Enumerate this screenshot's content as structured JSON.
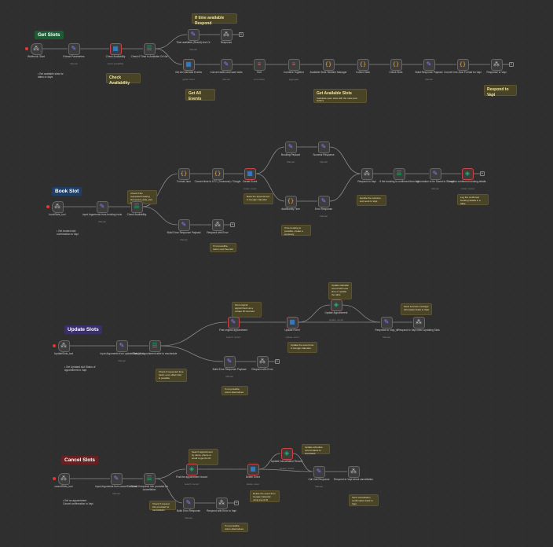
{
  "sections": [
    {
      "id": "get",
      "title": "Get Slots",
      "color": "#1e5a33"
    },
    {
      "id": "book",
      "title": "Book Slot",
      "color": "#203f66"
    },
    {
      "id": "update",
      "title": "Update Slots",
      "color": "#3a2f6a"
    },
    {
      "id": "cancel",
      "title": "Cancel Slots",
      "color": "#6a2020"
    }
  ],
  "stickies": [
    {
      "id": "s1",
      "title": "If time available Respond",
      "text": ""
    },
    {
      "id": "s2",
      "title": "Check Availability",
      "text": ""
    },
    {
      "id": "s3",
      "title": "Get All Events",
      "text": ""
    },
    {
      "id": "s4",
      "title": "Get Available Slots",
      "text": "Calculate open slots with the rules and buffers"
    },
    {
      "id": "s5",
      "title": "Respond to Vapi",
      "text": ""
    },
    {
      "id": "s6",
      "title": "",
      "text": "Check if the requested booking slot (event_date_etc) is possible"
    },
    {
      "id": "s7",
      "title": "",
      "text": "Book the appointment in Google Calendar"
    },
    {
      "id": "s8",
      "title": "",
      "text": "If the booking is possible, create a summary"
    },
    {
      "id": "s9",
      "title": "",
      "text": "Handle the outcome and send to Vapi"
    },
    {
      "id": "s10",
      "title": "",
      "text": "Log the confirmed booking details in a table"
    },
    {
      "id": "s11",
      "title": "",
      "text": "If not possible, return next free slot"
    },
    {
      "id": "s12",
      "title": "",
      "text": "Find original appointment as a unique ID returned"
    },
    {
      "id": "s13",
      "title": "",
      "text": "Update the event time in Google Calendar"
    },
    {
      "id": "s14",
      "title": "",
      "text": "Update calendar record with new time or update the table"
    },
    {
      "id": "s15",
      "title": "",
      "text": "Send success message information back to Vapi"
    },
    {
      "id": "s16",
      "title": "",
      "text": "Check if requested time (start, end, offset info) is possible"
    },
    {
      "id": "s17",
      "title": "",
      "text": "If not possible, return alternatives"
    },
    {
      "id": "s18",
      "title": "",
      "text": "Search appointment by name, phone or email to get the ID"
    },
    {
      "id": "s19",
      "title": "",
      "text": "Delete the event from Google Calendar using event ID"
    },
    {
      "id": "s20",
      "title": "",
      "text": "Update schedule record status to Cancelled"
    },
    {
      "id": "s21",
      "title": "",
      "text": "Check if request info provided for cancellation"
    },
    {
      "id": "s22",
      "title": "",
      "text": "Send cancellation confirmation back to Vapi"
    },
    {
      "id": "s23",
      "title": "",
      "text": "If not possible, return alternatives"
    }
  ],
  "nodes": [
    {
      "id": "g1",
      "label": "Webhook: Start",
      "sub": "",
      "type": "trigger",
      "icon": "webhook-icon"
    },
    {
      "id": "g2",
      "label": "Extract Parameters",
      "sub": "Manual",
      "type": "node",
      "icon": "pen-icon"
    },
    {
      "id": "g3",
      "label": "Check Availability",
      "sub": "check availability",
      "type": "err",
      "icon": "calendar-icon"
    },
    {
      "id": "g4",
      "label": "Check If Time Is Available Or Not",
      "sub": "",
      "type": "node",
      "icon": "switch-icon"
    },
    {
      "id": "g5",
      "label": "Time available (Result) And Or",
      "sub": "Manual",
      "type": "node",
      "icon": "pen-icon"
    },
    {
      "id": "g6",
      "label": "Response",
      "sub": "",
      "type": "node",
      "icon": "webhook-icon"
    },
    {
      "id": "g7",
      "label": "Get All Calendar Events",
      "sub": "getAll: event",
      "type": "err",
      "icon": "calendar-icon"
    },
    {
      "id": "g8",
      "label": "Convert dates and save slots",
      "sub": "Manual",
      "type": "node",
      "icon": "pen-icon"
    },
    {
      "id": "g9",
      "label": "Sort",
      "sub": "sort entries",
      "type": "node",
      "icon": "list-icon"
    },
    {
      "id": "g10",
      "label": "Combine Together",
      "sub": "aggregate",
      "type": "node",
      "icon": "list-icon"
    },
    {
      "id": "g11",
      "label": "Available Slots Timeline Manager",
      "sub": "",
      "type": "node",
      "icon": "code-icon"
    },
    {
      "id": "g12",
      "label": "Collect Slots",
      "sub": "",
      "type": "node",
      "icon": "code-icon"
    },
    {
      "id": "g13",
      "label": "Check Slots",
      "sub": "",
      "type": "node",
      "icon": "code-icon"
    },
    {
      "id": "g14",
      "label": "Build Response Payload",
      "sub": "Manual",
      "type": "node",
      "icon": "pen-icon"
    },
    {
      "id": "g15",
      "label": "Convert Into Json Format for Vapi",
      "sub": "",
      "type": "node",
      "icon": "code-icon"
    },
    {
      "id": "g16",
      "label": "Response to Vapi",
      "sub": "",
      "type": "node",
      "icon": "webhook-icon"
    },
    {
      "id": "b1",
      "label": "bookSlots_tool",
      "sub": "",
      "type": "trigger",
      "icon": "webhook-icon"
    },
    {
      "id": "b2",
      "label": "Input Arguments from booking tools",
      "sub": "Manual",
      "type": "node",
      "icon": "pen-icon"
    },
    {
      "id": "b3",
      "label": "Check Availability",
      "sub": "",
      "type": "node",
      "icon": "switch-icon"
    },
    {
      "id": "b4",
      "label": "Format Json",
      "sub": "",
      "type": "node",
      "icon": "code-icon"
    },
    {
      "id": "b5",
      "label": "Convert time to UTC (Timezone) / Google",
      "sub": "",
      "type": "node",
      "icon": "code-icon"
    },
    {
      "id": "b6",
      "label": "Create Event",
      "sub": "create: event",
      "type": "err",
      "icon": "calendar-icon"
    },
    {
      "id": "b7",
      "label": "Booking Payload",
      "sub": "Manual",
      "type": "node",
      "icon": "pen-icon"
    },
    {
      "id": "b8",
      "label": "Success Response",
      "sub": "Manual",
      "type": "node",
      "icon": "pen-icon"
    },
    {
      "id": "b9",
      "label": "Add/Modify Time",
      "sub": "",
      "type": "node",
      "icon": "code-icon"
    },
    {
      "id": "b10",
      "label": "Error Response",
      "sub": "Manual",
      "type": "node",
      "icon": "pen-icon"
    },
    {
      "id": "b11",
      "label": "Respond to Vapi",
      "sub": "",
      "type": "node",
      "icon": "webhook-icon"
    },
    {
      "id": "b12",
      "label": "If the booking is confirmed then log",
      "sub": "",
      "type": "node",
      "icon": "switch-icon"
    },
    {
      "id": "b13",
      "label": "Information to be Saved to Sheets",
      "sub": "Manual",
      "type": "node",
      "icon": "pen-icon"
    },
    {
      "id": "b14",
      "label": "Log the confirmed booking details",
      "sub": "create: record",
      "type": "err",
      "icon": "table-icon"
    },
    {
      "id": "b15",
      "label": "Build Error Response Payload",
      "sub": "Manual",
      "type": "node",
      "icon": "pen-icon"
    },
    {
      "id": "b16",
      "label": "Respond with Error",
      "sub": "",
      "type": "node",
      "icon": "webhook-icon"
    },
    {
      "id": "u1",
      "label": "UpdateSlots_tool",
      "sub": "",
      "type": "trigger",
      "icon": "webhook-icon"
    },
    {
      "id": "u2",
      "label": "Input Arguments from updateSlots_tool",
      "sub": "Manual",
      "type": "node",
      "icon": "pen-icon"
    },
    {
      "id": "u3",
      "label": "Check if appointment able to reschedule",
      "sub": "",
      "type": "node",
      "icon": "switch-icon"
    },
    {
      "id": "u4",
      "label": "Find original appointment",
      "sub": "search: record",
      "type": "err",
      "icon": "pen-icon"
    },
    {
      "id": "u5",
      "label": "Update Event",
      "sub": "update: event",
      "type": "err",
      "icon": "calendar-icon"
    },
    {
      "id": "u6",
      "label": "Update Appointment",
      "sub": "update: record",
      "type": "err",
      "icon": "table-icon"
    },
    {
      "id": "u7",
      "label": "Response to Vapi_id",
      "sub": "Manual",
      "type": "node",
      "icon": "pen-icon"
    },
    {
      "id": "u8",
      "label": "Respond to Vapi when Updating Slots",
      "sub": "",
      "type": "node",
      "icon": "webhook-icon"
    },
    {
      "id": "u9",
      "label": "Build Error Response Payload",
      "sub": "Manual",
      "type": "node",
      "icon": "pen-icon"
    },
    {
      "id": "u10",
      "label": "Respond with Error",
      "sub": "",
      "type": "node",
      "icon": "webhook-icon"
    },
    {
      "id": "c1",
      "label": "cancelSlots_tool",
      "sub": "",
      "type": "trigger",
      "icon": "webhook-icon"
    },
    {
      "id": "c2",
      "label": "Input Arguments from cancelSlots tool",
      "sub": "Manual",
      "type": "node",
      "icon": "pen-icon"
    },
    {
      "id": "c3",
      "label": "Check if required info provided for cancellation",
      "sub": "",
      "type": "node",
      "icon": "switch-icon"
    },
    {
      "id": "c4",
      "label": "Find the appointment record",
      "sub": "search: record",
      "type": "err",
      "icon": "table-icon"
    },
    {
      "id": "c5",
      "label": "Delete Event",
      "sub": "delete: event",
      "type": "err",
      "icon": "calendar-icon"
    },
    {
      "id": "c6",
      "label": "Update Cancellation Record",
      "sub": "update: record",
      "type": "err",
      "icon": "table-icon"
    },
    {
      "id": "c7",
      "label": "Call Call Response",
      "sub": "Manual",
      "type": "node",
      "icon": "pen-icon"
    },
    {
      "id": "c8",
      "label": "Respond to Vapi about cancellation",
      "sub": "",
      "type": "node",
      "icon": "webhook-icon"
    },
    {
      "id": "c9",
      "label": "Build Error Response",
      "sub": "Manual",
      "type": "node",
      "icon": "pen-icon"
    },
    {
      "id": "c10",
      "label": "Respond with Error to Vapi",
      "sub": "",
      "type": "node",
      "icon": "webhook-icon"
    }
  ],
  "trigger_notes": [
    {
      "id": "t1",
      "text": "• Get available slots for dates or days"
    },
    {
      "id": "t2",
      "text": "• Get booked slot confirmation to Vapi"
    },
    {
      "id": "t3",
      "text": "• Get Updated slot Status of appointment to Vapi"
    },
    {
      "id": "t4",
      "text": "• Get an appointment Cancel confirmation to Vapi"
    }
  ],
  "colors": {
    "canvas": "#2f2f2f",
    "node": "#3d3d3d",
    "edge": "#8b8b8b",
    "sticky": "#4a4426",
    "error": "#cc4444"
  }
}
